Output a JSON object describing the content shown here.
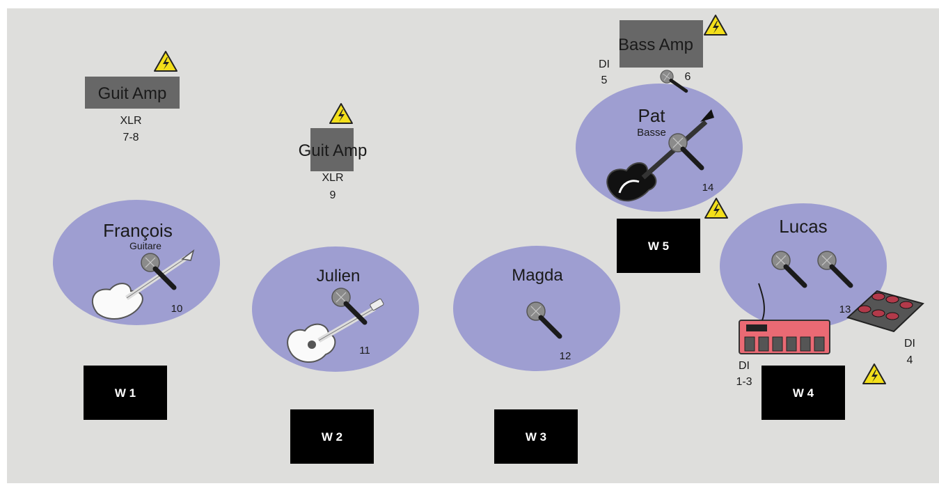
{
  "colors": {
    "background": "#dededc",
    "performer_area": "#9e9ed1",
    "amp": "#676767",
    "wedge": "#000000",
    "power_warning": "#f3df1a"
  },
  "musicians": [
    {
      "name": "François",
      "role": "Guitare",
      "mic_channel": "10",
      "instrument_icon": "electric-guitar-icon"
    },
    {
      "name": "Julien",
      "role": "",
      "mic_channel": "11",
      "instrument_icon": "acoustic-guitar-icon"
    },
    {
      "name": "Magda",
      "role": "",
      "mic_channel": "12",
      "instrument_icon": ""
    },
    {
      "name": "Pat",
      "role": "Basse",
      "mic_channel": "14",
      "instrument_icon": "bass-guitar-icon"
    },
    {
      "name": "Lucas",
      "role": "",
      "mic_channel": "13",
      "instrument_icon": "drum-pad-icon"
    }
  ],
  "amps": [
    {
      "label": "Guit Amp",
      "line1": "XLR",
      "line2": "7-8"
    },
    {
      "label": "Guit Amp",
      "line1": "XLR",
      "line2": "9"
    },
    {
      "label": "Bass Amp",
      "line1": "DI",
      "line2": "5",
      "mic_channel": "6"
    }
  ],
  "wedges": [
    "W 1",
    "W 2",
    "W 3",
    "W 5",
    "W 4"
  ],
  "di_labels": [
    {
      "line1": "DI",
      "line2": "1-3"
    },
    {
      "line1": "DI",
      "line2": "4"
    }
  ],
  "power_outlet_icon": "power-warning-icon"
}
